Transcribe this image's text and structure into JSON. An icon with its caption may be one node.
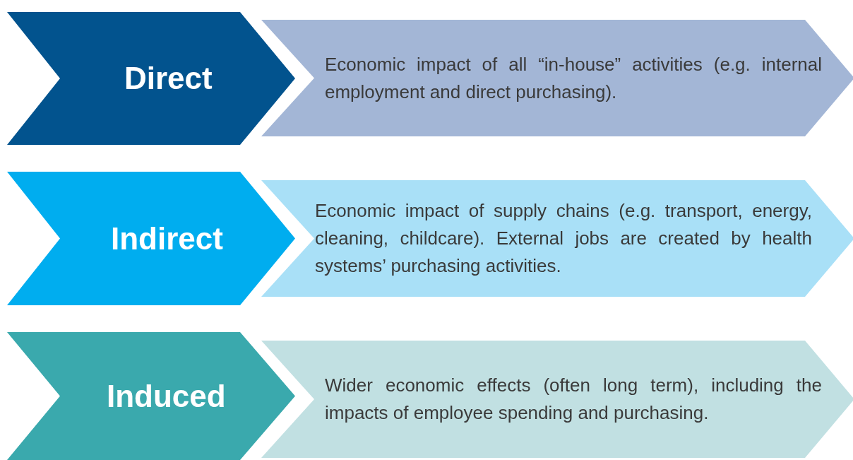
{
  "diagram": {
    "nodes": [
      {
        "text": [
          "Direct"
        ]
      },
      {
        "text": [
          "Economic impact of all “in-house” activities (e.g. internal employment and direct purchasing)."
        ]
      },
      {
        "text": [
          "Indirect"
        ]
      },
      {
        "text": [
          "Economic impact of supply chains (e.g. transport, energy, cleaning, childcare). External jobs are created by health systems’ purchasing activities."
        ]
      },
      {
        "text": [
          "Induced"
        ]
      },
      {
        "text": [
          "Wider economic effects (often long term), including the impacts of employee spending and purchasing."
        ]
      }
    ]
  }
}
